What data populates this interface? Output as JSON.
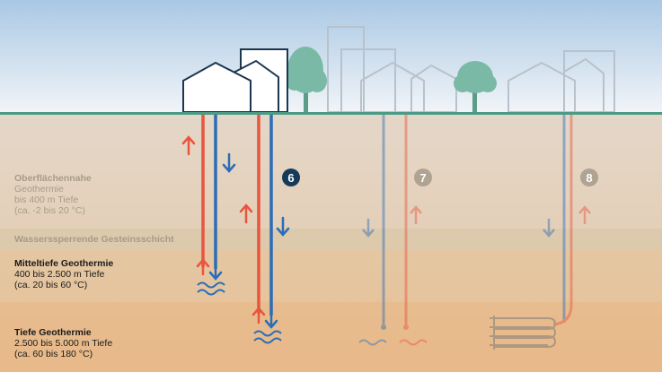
{
  "layers": {
    "shallow": {
      "title": "Oberflächennahe",
      "lines": [
        "Geothermie",
        "bis 400 m Tiefe",
        "(ca. -2 bis 20 °C)"
      ]
    },
    "barrier": {
      "title": "Wasserssperrende Gesteinsschicht"
    },
    "medium": {
      "title": "Mitteltiefe Geothermie",
      "lines": [
        "400 bis 2.500 m Tiefe",
        "(ca. 20 bis 60 °C)"
      ]
    },
    "deep": {
      "title": "Tiefe Geothermie",
      "lines": [
        "2.500 bis 5.000 m Tiefe",
        "(ca. 60 bis 180 °C)"
      ]
    }
  },
  "markers": [
    "6",
    "7",
    "8"
  ],
  "colors": {
    "sky_top": "#a9c8e4",
    "sky_bottom": "#f2f5f8",
    "ground_line": "#4a9a86",
    "house_stroke": "#1d3650",
    "house_faded": "#b7c2cc",
    "tree": "#79b9a5",
    "tree_trunk": "#5b9d89",
    "hot_pipe": "#e8553e",
    "cold_pipe": "#2b6db6",
    "marker_active": "#173a5a",
    "marker_faded": "#b0a391"
  },
  "icons": [
    "house-icon",
    "tree-icon",
    "up-arrow-icon",
    "down-arrow-icon",
    "water-wave-icon",
    "geothermal-probe-icon"
  ]
}
